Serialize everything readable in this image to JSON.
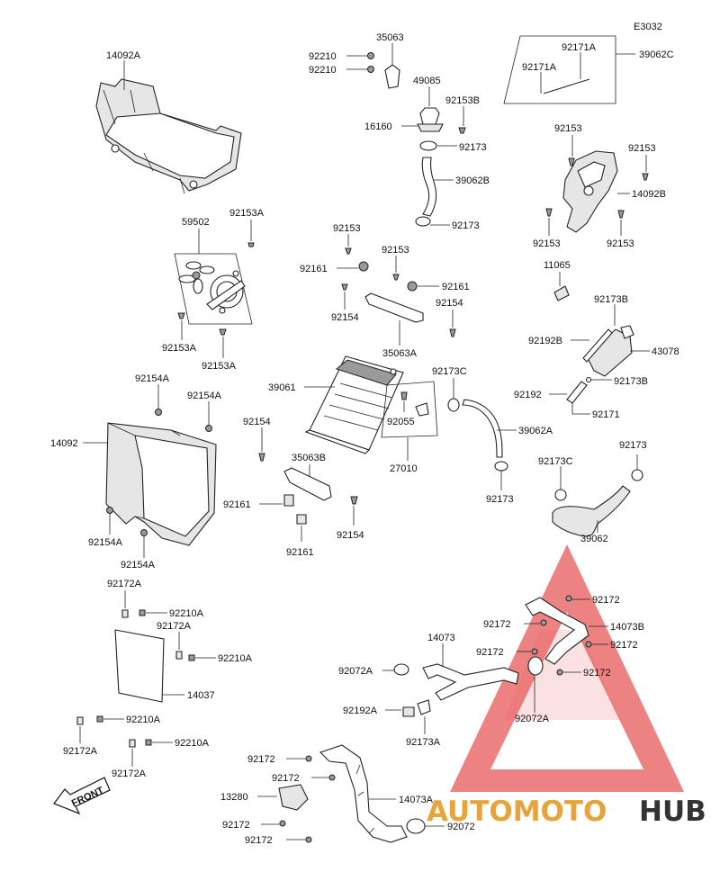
{
  "diagram_code": "E3032",
  "labels": {
    "l_14092A": "14092A",
    "l_35063": "35063",
    "l_92210_a": "92210",
    "l_92210_b": "92210",
    "l_49085": "49085",
    "l_92153B": "92153B",
    "l_16160": "16160",
    "l_92173_a": "92173",
    "l_39062B": "39062B",
    "l_92173_b": "92173",
    "l_92171A_a": "92171A",
    "l_92171A_b": "92171A",
    "l_39062C": "39062C",
    "l_92153_r1": "92153",
    "l_92153_r2": "92153",
    "l_14092B": "14092B",
    "l_92153_r3": "92153",
    "l_92153_r4": "92153",
    "l_11065": "11065",
    "l_59502": "59502",
    "l_92153A_top": "92153A",
    "l_92153A_l": "92153A",
    "l_92153A_r": "92153A",
    "l_92153_m1": "92153",
    "l_92161_m1": "92161",
    "l_92153_m2": "92153",
    "l_92161_m2": "92161",
    "l_92154_m1": "92154",
    "l_92154_m2": "92154",
    "l_35063A": "35063A",
    "l_92173B_a": "92173B",
    "l_92192B": "92192B",
    "l_43078": "43078",
    "l_92192": "92192",
    "l_92173B_b": "92173B",
    "l_92171": "92171",
    "l_39061": "39061",
    "l_92173C_a": "92173C",
    "l_92055": "92055",
    "l_39062A": "39062A",
    "l_27010": "27010",
    "l_92173_c": "92173",
    "l_92173_d": "92173",
    "l_92173C_b": "92173C",
    "l_39062": "39062",
    "l_92154A_a": "92154A",
    "l_92154A_b": "92154A",
    "l_14092": "14092",
    "l_92154A_c": "92154A",
    "l_92154A_d": "92154A",
    "l_92154_c": "92154",
    "l_35063B": "35063B",
    "l_92161_c": "92161",
    "l_92154_d": "92154",
    "l_92161_d": "92161",
    "l_92172A_a": "92172A",
    "l_92210A_a": "92210A",
    "l_92172A_b": "92172A",
    "l_92210A_b": "92210A",
    "l_14037": "14037",
    "l_92210A_c": "92210A",
    "l_92172A_c": "92172A",
    "l_92210A_d": "92210A",
    "l_92172A_d": "92172A",
    "l_92172_r1": "92172",
    "l_92172_r2": "92172",
    "l_14073B": "14073B",
    "l_92172_r3": "92172",
    "l_92172_r4": "92172",
    "l_92172_r5": "92172",
    "l_14073": "14073",
    "l_92072A_a": "92072A",
    "l_92072A_b": "92072A",
    "l_92192A": "92192A",
    "l_92173A": "92173A",
    "l_92172_b1": "92172",
    "l_92172_b2": "92172",
    "l_13280": "13280",
    "l_14073A": "14073A",
    "l_92072": "92072",
    "l_92172_b3": "92172",
    "l_92172_b4": "92172"
  },
  "front_label": "FRONT",
  "watermark": {
    "part1": "AUTOMOTO",
    "part2": "HUB",
    "color1": "#e8a33a",
    "color2": "#333333",
    "triangle_color": "#e23b3b"
  }
}
